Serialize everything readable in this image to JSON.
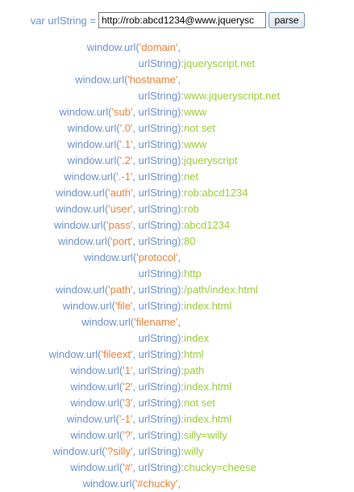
{
  "header": {
    "var_label": "var urlString =",
    "input_value": "http://rob:abcd1234@www.jquerysc",
    "parse_label": "parse"
  },
  "rows": [
    {
      "kind": "wrap",
      "fn": "window.url(",
      "arg": "'domain'",
      "sep": ",",
      "rest": "urlString):",
      "value": "jqueryscript.net"
    },
    {
      "kind": "wrap",
      "fn": "window.url(",
      "arg": "'hostname'",
      "sep": ",",
      "rest": "urlString):",
      "value": "www.jqueryscript.net"
    },
    {
      "kind": "single",
      "fn": "window.url(",
      "arg": "'sub'",
      "rest": ", urlString):",
      "value": "www"
    },
    {
      "kind": "single",
      "fn": "window.url(",
      "arg": "'.0'",
      "rest": ", urlString):",
      "value": "not set"
    },
    {
      "kind": "single",
      "fn": "window.url(",
      "arg": "'.1'",
      "rest": ", urlString):",
      "value": "www"
    },
    {
      "kind": "single",
      "fn": "window.url(",
      "arg": "'.2'",
      "rest": ", urlString):",
      "value": "jqueryscript"
    },
    {
      "kind": "single",
      "fn": "window.url(",
      "arg": "'.-1'",
      "rest": ", urlString):",
      "value": "net"
    },
    {
      "kind": "single",
      "fn": "window.url(",
      "arg": "'auth'",
      "rest": ", urlString):",
      "value": "rob:abcd1234"
    },
    {
      "kind": "single",
      "fn": "window.url(",
      "arg": "'user'",
      "rest": ", urlString):",
      "value": "rob"
    },
    {
      "kind": "single",
      "fn": "window.url(",
      "arg": "'pass'",
      "rest": ", urlString):",
      "value": "abcd1234"
    },
    {
      "kind": "single",
      "fn": "window.url(",
      "arg": "'port'",
      "rest": ", urlString):",
      "value": "80"
    },
    {
      "kind": "wrap",
      "fn": "window.url(",
      "arg": "'protocol'",
      "sep": ",",
      "rest": "urlString):",
      "value": "http"
    },
    {
      "kind": "single",
      "fn": "window.url(",
      "arg": "'path'",
      "rest": ", urlString):",
      "value": "/path/index.html"
    },
    {
      "kind": "single",
      "fn": "window.url(",
      "arg": "'file'",
      "rest": ", urlString):",
      "value": "index.html"
    },
    {
      "kind": "wrap",
      "fn": "window.url(",
      "arg": "'filename'",
      "sep": ",",
      "rest": "urlString):",
      "value": "index"
    },
    {
      "kind": "single",
      "fn": "window.url(",
      "arg": "'fileext'",
      "rest": ", urlString):",
      "value": "html"
    },
    {
      "kind": "single",
      "fn": "window.url(",
      "arg": "'1'",
      "rest": ", urlString):",
      "value": "path"
    },
    {
      "kind": "single",
      "fn": "window.url(",
      "arg": "'2'",
      "rest": ", urlString):",
      "value": "index.html"
    },
    {
      "kind": "single",
      "fn": "window.url(",
      "arg": "'3'",
      "rest": ", urlString):",
      "value": "not set"
    },
    {
      "kind": "single",
      "fn": "window.url(",
      "arg": "'-1'",
      "rest": ", urlString):",
      "value": "index.html"
    },
    {
      "kind": "single",
      "fn": "window.url(",
      "arg": "'?'",
      "rest": ", urlString):",
      "value": "silly=willy"
    },
    {
      "kind": "single",
      "fn": "window.url(",
      "arg": "'?silly'",
      "rest": ", urlString):",
      "value": "willy"
    },
    {
      "kind": "single",
      "fn": "window.url(",
      "arg": "'#'",
      "rest": ", urlString):",
      "value": "chucky=cheese"
    },
    {
      "kind": "partial",
      "fn": "window.url(",
      "arg": "'#chucky'",
      "sep": ","
    }
  ],
  "colors": {
    "function": "#6b8fcf",
    "argument": "#e8803a",
    "value": "#99cc33"
  }
}
